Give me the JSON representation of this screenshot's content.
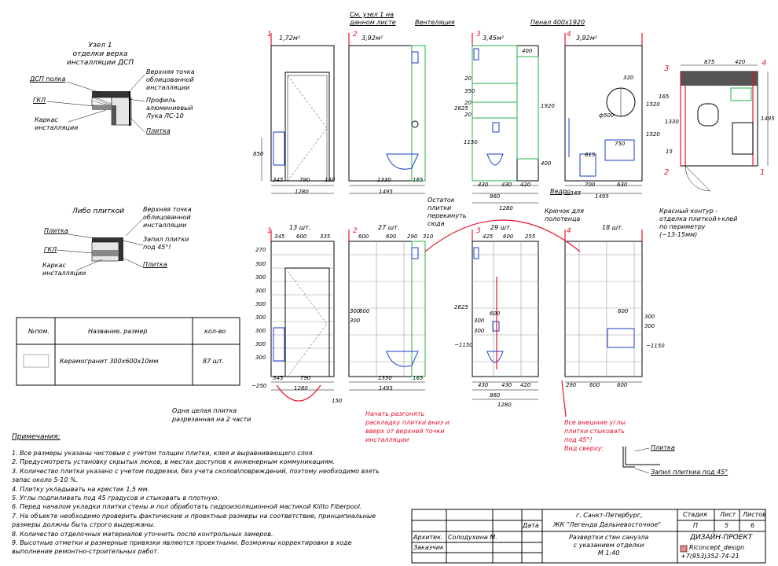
{
  "uzel1": {
    "title": "Узел 1\nотделки верха\nинсталляции ДСП",
    "labels": {
      "dsp": "ДСП полка",
      "gkl": "ГКЛ",
      "karkas": "Каркас\nинсталляции",
      "top": "Верхняя точка\nоблицованной\nинсталляции",
      "profile": "Профиль\nалюминиевый\nЛука ЛС-10",
      "tile": "Плитка"
    }
  },
  "alt": {
    "title": "Либо плиткой",
    "labels": {
      "tile": "Плитка",
      "gkl": "ГКЛ",
      "karkas": "Каркас\nинсталляции",
      "top": "Верхняя точка\nоблицованной\nинсталляции",
      "cut": "Запил плитки\nпод 45°!",
      "tile2": "Плитка"
    }
  },
  "spec": {
    "headers": [
      "№пом.",
      "Название, размер",
      "кол-во"
    ],
    "row": {
      "name": "Керамогранит 300х600х10мм",
      "qty": "87 шт."
    }
  },
  "top_views": {
    "v1": {
      "num": "1",
      "area": "1,72м²",
      "dims": [
        "345",
        "790",
        "150",
        "1280",
        "850"
      ]
    },
    "v2": {
      "num": "2",
      "area": "3,92м²",
      "dims": [
        "1330",
        "165",
        "1495"
      ]
    },
    "v3": {
      "num": "3",
      "area": "3,45м²",
      "dims": [
        "430",
        "430",
        "420",
        "860",
        "1280",
        "2625",
        "20",
        "350",
        "20",
        "20",
        "1150",
        "1920",
        "400",
        "400"
      ]
    },
    "v4": {
      "num": "4",
      "area": "3,92м²",
      "dims": [
        "320",
        "ф500",
        "750",
        "700",
        "630",
        "165",
        "1495",
        "815",
        "1520"
      ]
    }
  },
  "plan": {
    "dims": [
      "875",
      "420",
      "165",
      "15",
      "1330",
      "1495",
      "1520"
    ],
    "marks": [
      "3",
      "4",
      "2",
      "1"
    ]
  },
  "callouts": {
    "uzel": "См. узел 1 на\nданном листе",
    "vent": "Вентеляция",
    "penal": "Пенал 400х1920",
    "ostatok": "Остаток\nплитки\nперекинуть\nсюда",
    "vedro": "Ведро",
    "kryuchok": "Крючок для\nполотенца",
    "red_contour": "Красный контур -\nотделка плиткой+клей\nпо периметру\n(~13-15мм)",
    "one_tile": "Одна целая плитка\nразрезанная на 2 части",
    "start": "Начать разгонять\nраскладку плитки вниз и\nвверх от верхней точки\nинсталляции",
    "corners": "Все внешние углы\nплитки стыковать\nпод 45°!\nВид сверху:",
    "tile_lbl": "Плитка",
    "cut45": "Запил плиткиа под 45°"
  },
  "bottom_views": {
    "v1": {
      "num": "1",
      "count": "13 шт.",
      "top": [
        "345",
        "600",
        "335"
      ],
      "bottom": [
        "345",
        "790",
        "1280",
        "150",
        "~250"
      ],
      "left": [
        "270",
        "300",
        "300",
        "300",
        "300",
        "300",
        "300",
        "300",
        "300"
      ]
    },
    "v2": {
      "num": "2",
      "count": "27 шт.",
      "top": [
        "600",
        "600",
        "290",
        "310"
      ],
      "bottom": [
        "1330",
        "165",
        "1495"
      ],
      "mid": [
        "600",
        "300",
        "300"
      ]
    },
    "v3": {
      "num": "3",
      "count": "29 шт.",
      "top": [
        "425",
        "600",
        "255"
      ],
      "bottom": [
        "430",
        "430",
        "420",
        "860",
        "1280"
      ],
      "mid": [
        "2625",
        "300",
        "300",
        "600",
        "~1150"
      ]
    },
    "v4": {
      "num": "4",
      "count": "18 шт.",
      "top": [],
      "bottom": [
        "290",
        "600",
        "600"
      ],
      "mid": [
        "600",
        "300",
        "300",
        "~1150"
      ]
    }
  },
  "notes": {
    "title": "Примечания:",
    "items": [
      "1.  Все размеры указаны  чистовые с учетом толщин плитки, клея и выравнивающего слоя.",
      "2.  Предусмотреть установку скрытых люков, в местах доступов к инженерным коммуникациям.",
      "3.  Количество плитки указано с учетом подрезки, без учета сколов\\повреждений, поэтому необходимо взять",
      "      запас около 5-10 %.",
      "4.  Плитку укладывать на крестик 1,5 мм.",
      "5.  Углы подпиливать под 45 градусов и стыковать в плотную.",
      "6.  Перед началом укладки плитки стены и пол обработать гидроизоляционной мастикой Kiilto Fiberpool.",
      "7.  На объекте необходимо проверить фактические и проектные размеры на соответствие, принципиальные",
      "      размеры должны быть строго выдержаны.",
      "8.  Количество отделочных материалов уточнить после контрольных замеров.",
      "9.  Высотные отметки и размерные привязки являются проектными. Возможны корректировки в ходе",
      "      выполнение ремонтно-строительных работ."
    ]
  },
  "titleblock": {
    "data": "Дата",
    "city": "г. Санкт-Петербург,",
    "complex": "ЖК \"Легенда Дальневосточное\"",
    "stage_h": "Стадия",
    "sheet_h": "Лист",
    "sheets_h": "Листов",
    "stage": "П",
    "sheet": "5",
    "sheets": "6",
    "arch_l": "Архитек.",
    "arch_v": "Солодухина М.",
    "client_l": "Заказчик",
    "desc": "Развертки стен санузла\nс указанием отделки\nМ 1:40",
    "brand": "ДИЗАЙН-ПРОЕКТ",
    "insta": "Riconcept_design",
    "phone": "+7(953)352-74-21"
  }
}
